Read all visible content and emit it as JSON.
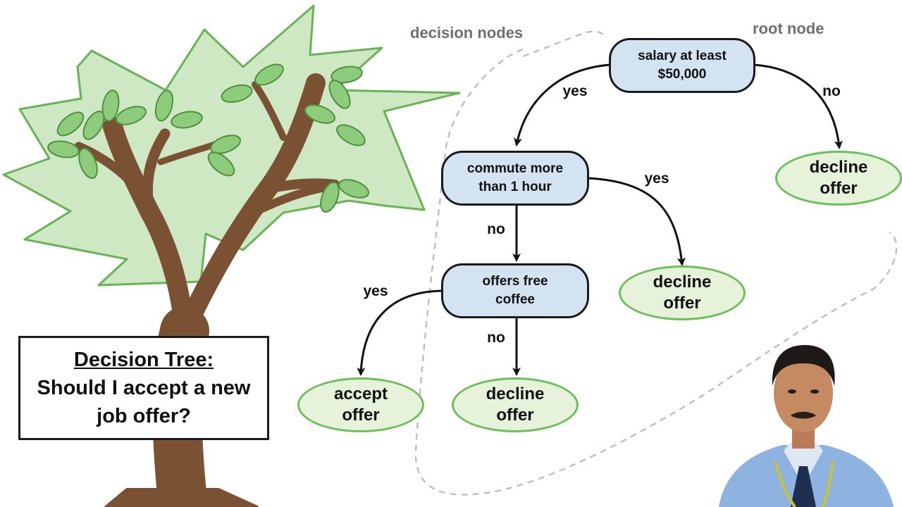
{
  "title_box": {
    "heading": "Decision Tree:",
    "question_line1": "Should I accept a new",
    "question_line2": "job offer?"
  },
  "annotations": {
    "decision_nodes": "decision nodes",
    "root_node": "root node"
  },
  "nodes": {
    "salary": {
      "line1": "salary at least",
      "line2": "$50,000"
    },
    "commute": {
      "line1": "commute more",
      "line2": "than 1 hour"
    },
    "coffee": {
      "line1": "offers free",
      "line2": "coffee"
    },
    "decline_salary": {
      "line1": "decline",
      "line2": "offer"
    },
    "decline_commute": {
      "line1": "decline",
      "line2": "offer"
    },
    "accept": {
      "line1": "accept",
      "line2": "offer"
    },
    "decline_coffee": {
      "line1": "decline",
      "line2": "offer"
    }
  },
  "edges": {
    "salary_yes": "yes",
    "salary_no": "no",
    "commute_yes": "yes",
    "commute_no": "no",
    "coffee_yes": "yes",
    "coffee_no": "no"
  },
  "colors": {
    "decision_fill": "#d3e3f1",
    "decision_border": "#1a1a1a",
    "leaf_fill": "#e6f2da",
    "leaf_border": "#6cbf5a",
    "tree_trunk": "#7a5233",
    "tree_foliage": "#cfe8c4",
    "tree_leaf": "#8ccc7a"
  },
  "icons": {
    "illustration": "tree-illustration",
    "presenter": "presenter-photo"
  }
}
